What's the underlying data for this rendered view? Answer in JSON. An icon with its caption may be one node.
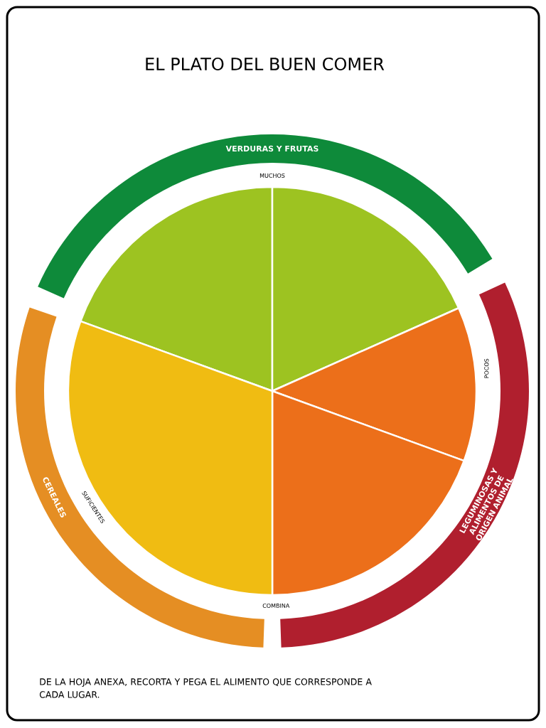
{
  "diagram": {
    "title": "EL PLATO DEL BUEN COMER",
    "caption": "DE LA HOJA ANEXA, RECORTA Y PEGA EL ALIMENTO QUE CORRESPONDE A CADA LUGAR.",
    "nodes": [
      {
        "text": [
          "VERDURAS Y FRUTAS"
        ]
      },
      {
        "text": [
          "LEGUMINOSAS Y ALIMENTOS DE ORIGEN ANIMAL"
        ]
      },
      {
        "text": [
          "CEREALES"
        ]
      },
      {
        "text": [],
        "shape": "slice"
      },
      {
        "text": [],
        "shape": "slice"
      },
      {
        "text": [],
        "shape": "slice"
      },
      {
        "text": [],
        "shape": "slice"
      },
      {
        "text": [],
        "shape": "slice"
      }
    ],
    "labels": [
      "MUCHOS",
      "POCOS",
      "SUFICIENTES",
      "COMBINA"
    ]
  }
}
